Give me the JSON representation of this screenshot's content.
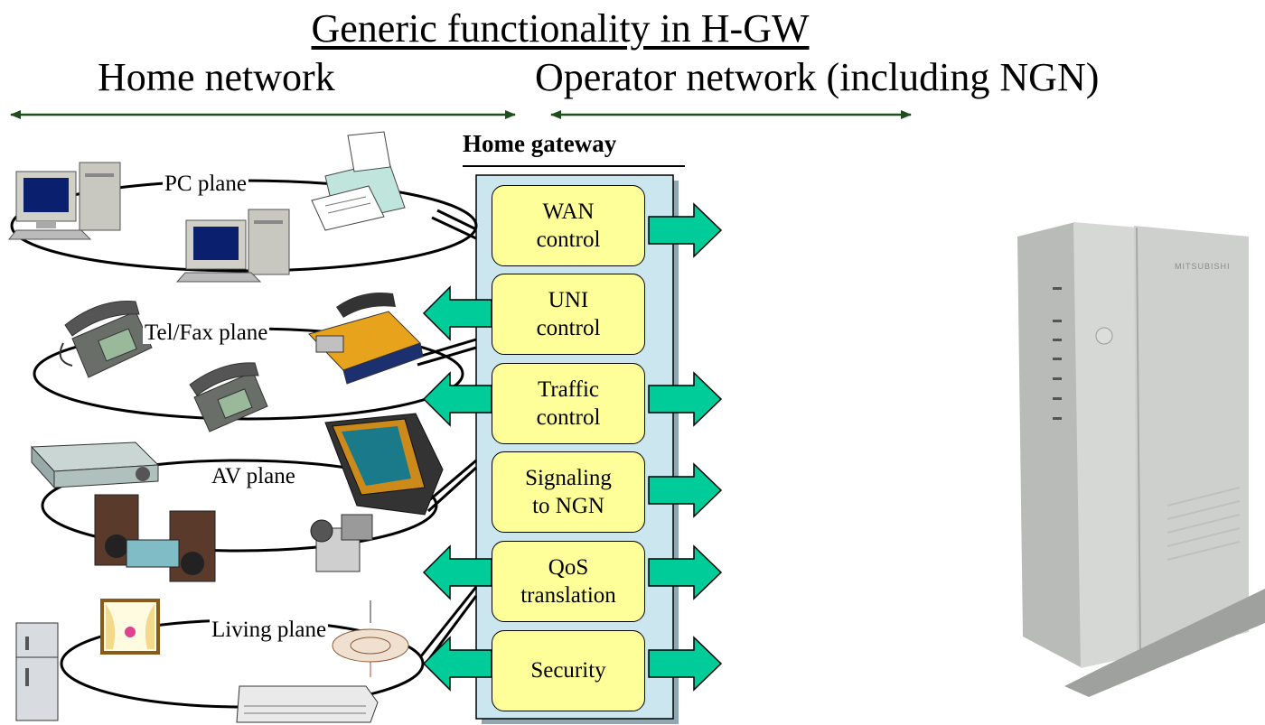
{
  "title": "Generic functionality in H-GW",
  "home_network_label": "Home network",
  "operator_network_label": "Operator network (including NGN)",
  "gateway": {
    "title": "Home gateway",
    "functions": [
      {
        "line1": "WAN",
        "line2": "control"
      },
      {
        "line1": "UNI",
        "line2": "control"
      },
      {
        "line1": "Traffic",
        "line2": "control"
      },
      {
        "line1": "Signaling",
        "line2": "to NGN"
      },
      {
        "line1": "QoS",
        "line2": "translation"
      },
      {
        "line1": "",
        "line2": "Security"
      }
    ]
  },
  "planes": [
    {
      "label": "PC plane"
    },
    {
      "label": "Tel/Fax plane"
    },
    {
      "label": "AV plane"
    },
    {
      "label": "Living plane"
    }
  ],
  "device_photo_brand": "MITSUBISHI",
  "colors": {
    "arrow_fill": "#00cc99",
    "function_box": "#ffff99",
    "gateway_panel": "#cce6f0",
    "network_arrow": "#1e4d1e"
  }
}
